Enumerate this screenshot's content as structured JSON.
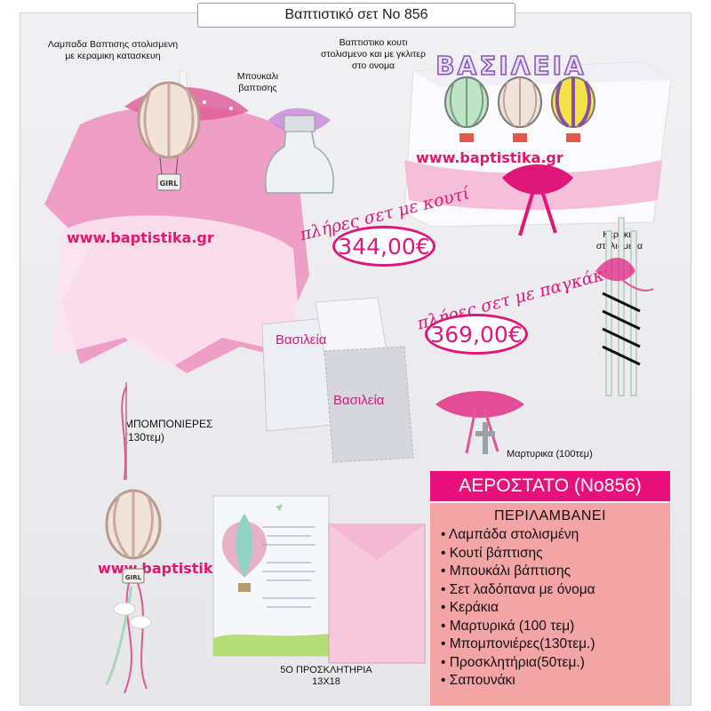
{
  "title": "Βαπτιστικό σετ Νο 856",
  "labels": {
    "candle": "Λαμπαδα Βαπτισης στολισμενη με κεραμικη κατασκευη",
    "bottle": "Μπουκαλι βαπτισης",
    "box": "Βαπτιστικο κουτι στολισμενο και με γκλιτερ στο ονομα",
    "candles": "Κερακια στολισμενα",
    "favors": "ΜΠΟΜΠΟΝΙΕΡΕΣ (130τεμ)",
    "crosses": "Μαρτυρικα (100τεμ)",
    "invitations": "5Ο ΠΡΟΣΚΛΗΤΗΡΙΑ 13Χ18"
  },
  "box_name": "ΒΑΣΙΛΕΙΑ",
  "towel_names": [
    "Βασιλεία",
    "Βασιλεία"
  ],
  "tag_text": "GIRL",
  "website": "www.baptistika.gr",
  "offers": [
    {
      "caption": "πλήρες σετ με κουτί",
      "price": "344,00€"
    },
    {
      "caption": "πλήρες σετ με παγκάκι",
      "price": "369,00€"
    }
  ],
  "model": "ΑΕΡΟΣΤΑΤΟ (Νο856)",
  "includes_title": "ΠΕΡΙΛΑΜΒΑΝΕΙ",
  "includes": [
    "Λαμπάδα στολισμένη",
    "Κουτί βάπτισης",
    "Μπουκάλι βάπτισης",
    "Σετ λαδόπανα με όνομα",
    "Κεράκια",
    "Μαρτυρικά (100 τεμ)",
    "Μπομπονιέρες(130τεμ.)",
    "Προσκλητήρια(50τεμ.)",
    "Σαπουνάκι"
  ],
  "colors": {
    "accent_pink": "#e0177a",
    "tulle_pink": "#ef8fbd",
    "includes_bg": "#f3a4a4",
    "model_bg": "#e8107a"
  }
}
